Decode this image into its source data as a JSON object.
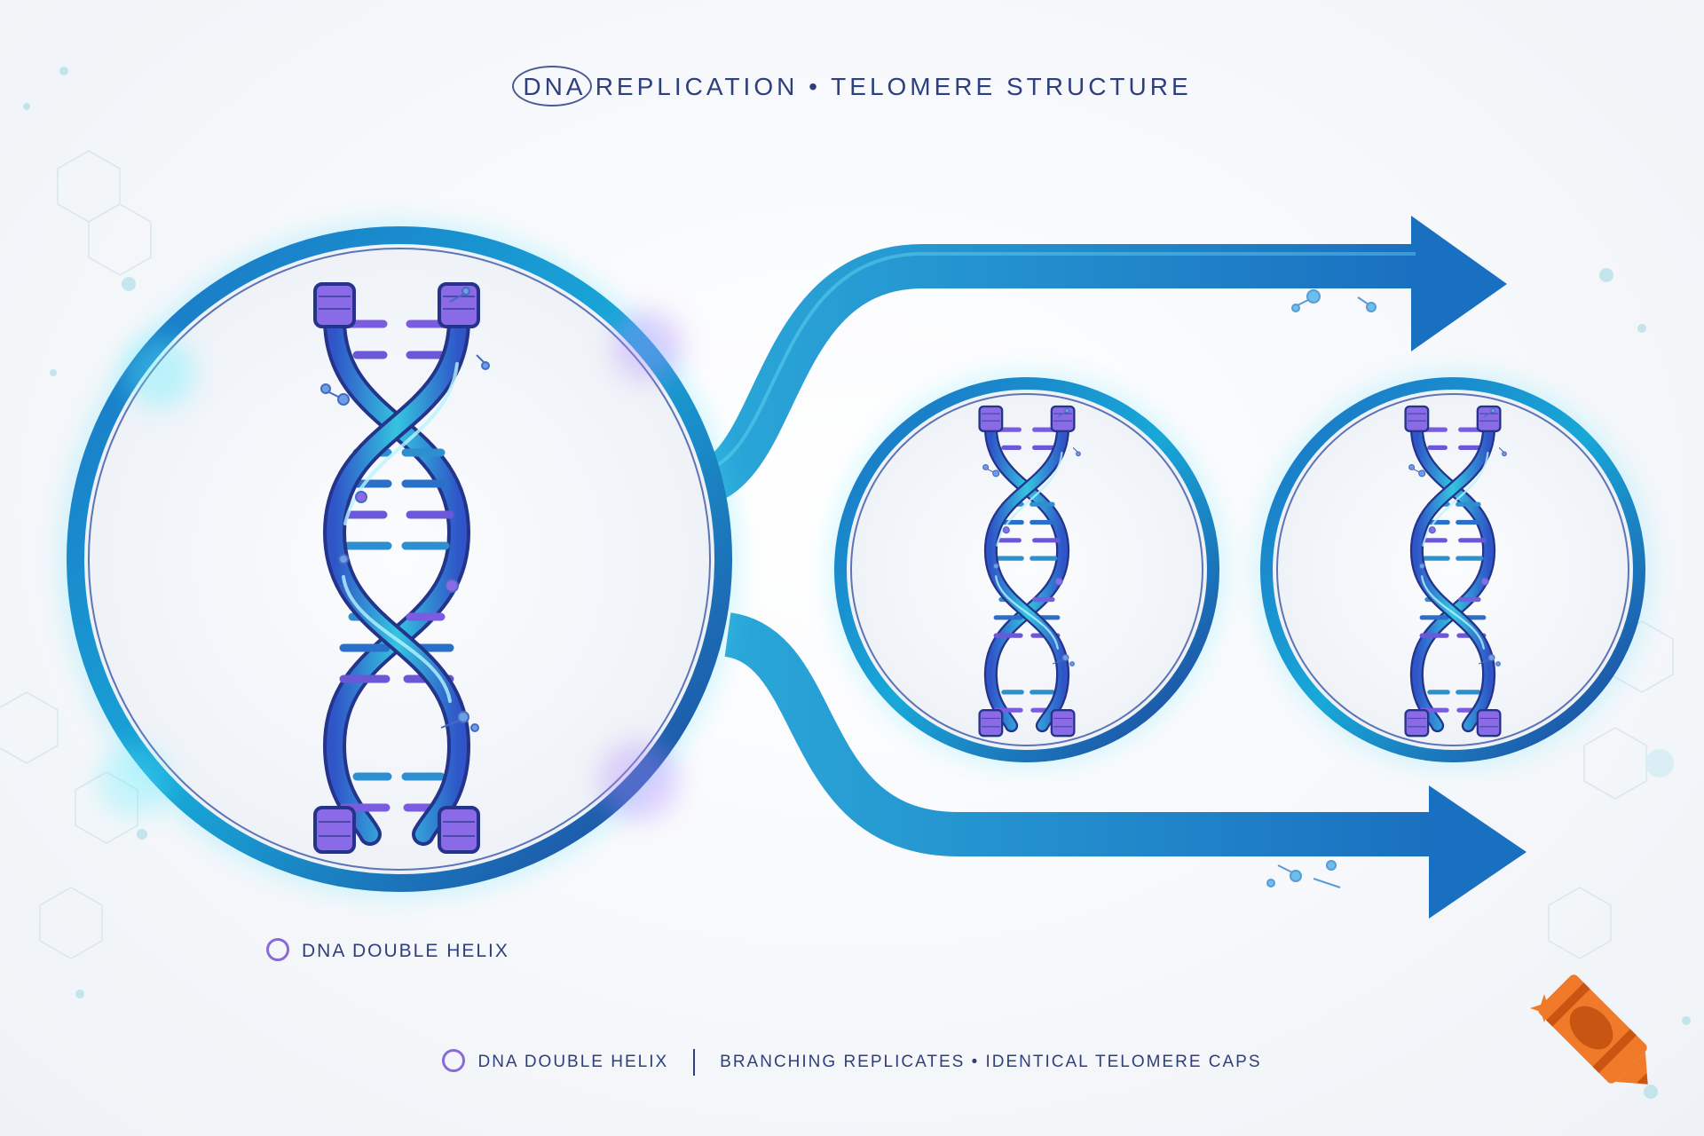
{
  "header": {
    "title": "DNA REPLICATION • TELOMERE STRUCTURE"
  },
  "diagram": {
    "main_label": "DNA DOUBLE HELIX",
    "parent": "DNA double helix",
    "replicates": [
      "replicate helix 1",
      "replicate helix 2"
    ]
  },
  "footer": {
    "left": "DNA DOUBLE HELIX",
    "right": "BRANCHING REPLICATES • IDENTICAL TELOMERE CAPS"
  },
  "colors": {
    "ring_blue": "#1e55a8",
    "strand_cyan": "#2fb8d8",
    "strand_dark": "#2a3a9a",
    "base_purple": "#7a5ce0",
    "arrow_blue": "#1f7cc4",
    "glow": "#41e3ff",
    "text": "#2d3f7d",
    "crayon": "#f07a2a"
  },
  "icons": [
    "molecule-icon",
    "crayon-icon",
    "sparkle-icon",
    "circle-mark-icon"
  ]
}
